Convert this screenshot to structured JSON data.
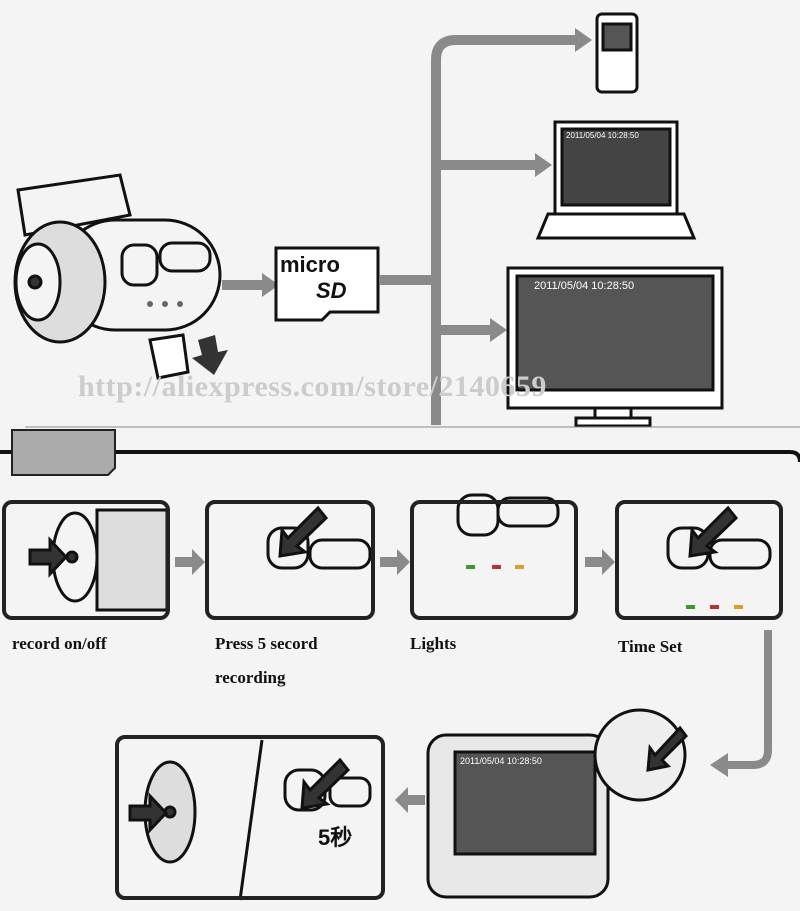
{
  "watermark": "http://aliexpress.com/store/2140659",
  "sd_logo": {
    "line1": "micro",
    "line2": "SD"
  },
  "screens": {
    "laptop": "2011/05/04 10:28:50",
    "monitor": "2011/05/04 10:28:50",
    "car_display": "2011/05/04 10:28:50"
  },
  "steps": [
    {
      "label": "record on/off"
    },
    {
      "label": "Press 5 secord",
      "label2": "recording"
    },
    {
      "label": "Lights"
    },
    {
      "label": "Time Set"
    }
  ],
  "final_step": {
    "seconds": "5秒"
  },
  "colors": {
    "arrow": "#8a8a8a",
    "line": "#111111",
    "led_green": "#3a9a2a",
    "led_red": "#c0302a",
    "led_yellow": "#d8a020"
  }
}
